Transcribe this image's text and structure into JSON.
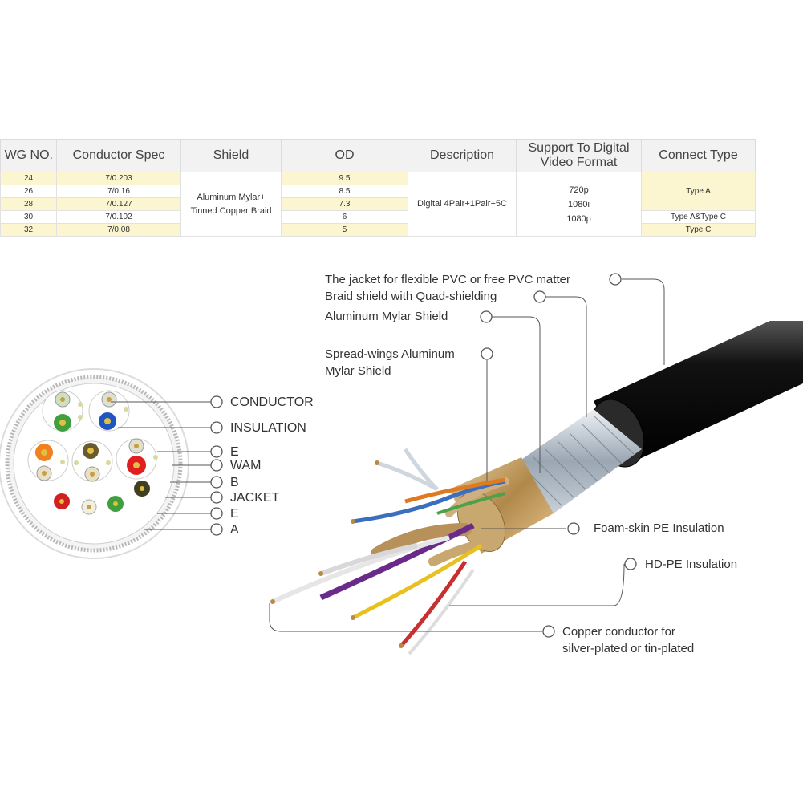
{
  "table": {
    "headers": [
      "WG NO.",
      "Conductor Spec",
      "Shield",
      "OD",
      "Description",
      "Support To Digital Video Format",
      "Connect Type"
    ],
    "awg": [
      "24",
      "26",
      "28",
      "30",
      "32"
    ],
    "conductor_spec": [
      "7/0.203",
      "7/0.16",
      "7/0.127",
      "7/0.102",
      "7/0.08"
    ],
    "shield_line1": "Aluminum Mylar+",
    "shield_line2": "Tinned Copper Braid",
    "od": [
      "9.5",
      "8.5",
      "7.3",
      "6",
      "5"
    ],
    "description": "Digital 4Pair+1Pair+5C",
    "video_formats": [
      "720p",
      "1080i",
      "1080p"
    ],
    "connect_types": [
      "Type A",
      "Type A&Type C",
      "Type C"
    ]
  },
  "cross_section_labels": [
    "CONDUCTOR",
    "INSULATION",
    "E",
    "WAM",
    "B",
    "JACKET",
    "E",
    "A"
  ],
  "cable_labels": {
    "jacket": "The jacket for flexible PVC or free PVC matter",
    "braid": "Braid shield with Quad-shielding",
    "al_mylar": "Aluminum Mylar Shield",
    "spread_wings_1": "Spread-wings Aluminum",
    "spread_wings_2": "Mylar Shield",
    "foam_skin": "Foam-skin PE Insulation",
    "hd_pe": "HD-PE Insulation",
    "copper_1": "Copper conductor for",
    "copper_2": "silver-plated or tin-plated"
  },
  "colors": {
    "header_bg": "#f2f2f2",
    "row_highlight": "#fbf6d0",
    "jacket": "#1a1a1a",
    "wire_blue": "#3a6fc0",
    "wire_orange": "#e07a20",
    "wire_green": "#4ea04a",
    "wire_purple": "#6a2a8a",
    "wire_yellow": "#e8c020",
    "wire_red": "#c83030",
    "conductor_red": "#e02020",
    "conductor_blue": "#1f55c0",
    "conductor_green": "#40a040",
    "conductor_orange": "#f08020"
  }
}
